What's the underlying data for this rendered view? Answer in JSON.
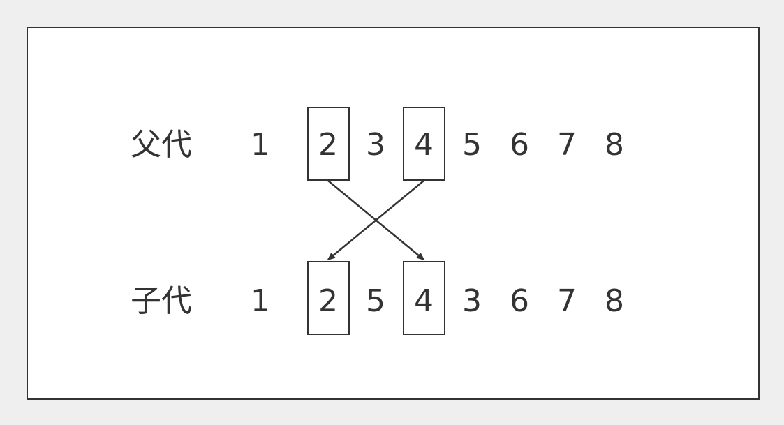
{
  "diagram": {
    "parent": {
      "label": "父代",
      "values": [
        "1",
        "2",
        "3",
        "4",
        "5",
        "6",
        "7",
        "8"
      ],
      "boxed": [
        1,
        3
      ]
    },
    "child": {
      "label": "子代",
      "values": [
        "1",
        "2",
        "5",
        "4",
        "3",
        "6",
        "7",
        "8"
      ],
      "boxed": [
        1,
        3
      ]
    },
    "colors": {
      "stroke": "#333333",
      "text": "#333333",
      "background": "#ffffff",
      "outer_background": "#efefef"
    },
    "arrows": [
      {
        "from": "parent.1",
        "to": "child.3"
      },
      {
        "from": "parent.3",
        "to": "child.1"
      }
    ]
  }
}
